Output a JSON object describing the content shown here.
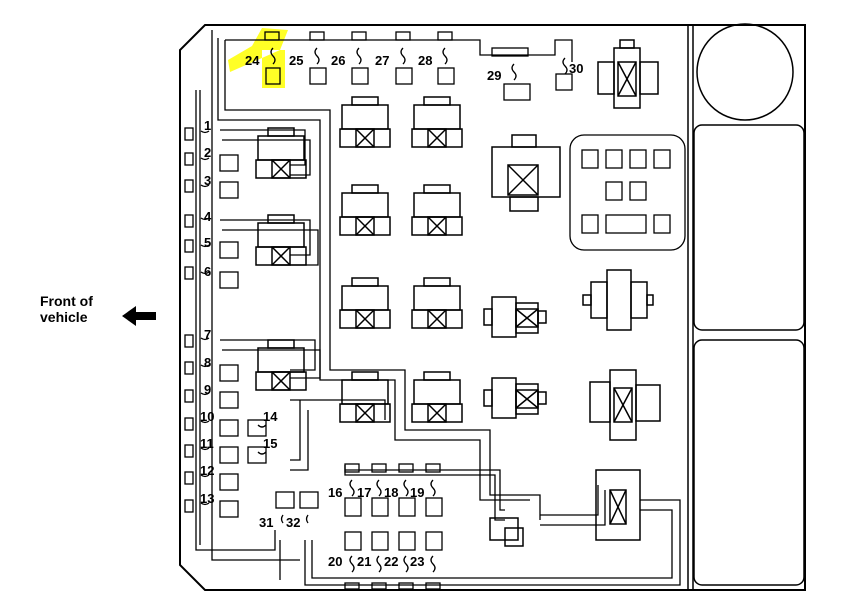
{
  "front_label": {
    "line1": "Front of",
    "line2": "vehicle"
  },
  "highlight_color": "#ffff00",
  "highlighted_fuse": "24",
  "fuses": {
    "f1": "1",
    "f2": "2",
    "f3": "3",
    "f4": "4",
    "f5": "5",
    "f6": "6",
    "f7": "7",
    "f8": "8",
    "f9": "9",
    "f10": "10",
    "f11": "11",
    "f12": "12",
    "f13": "13",
    "f14": "14",
    "f15": "15",
    "f16": "16",
    "f17": "17",
    "f18": "18",
    "f19": "19",
    "f20": "20",
    "f21": "21",
    "f22": "22",
    "f23": "23",
    "f24": "24",
    "f25": "25",
    "f26": "26",
    "f27": "27",
    "f28": "28",
    "f29": "29",
    "f30": "30",
    "f31": "31",
    "f32": "32"
  }
}
